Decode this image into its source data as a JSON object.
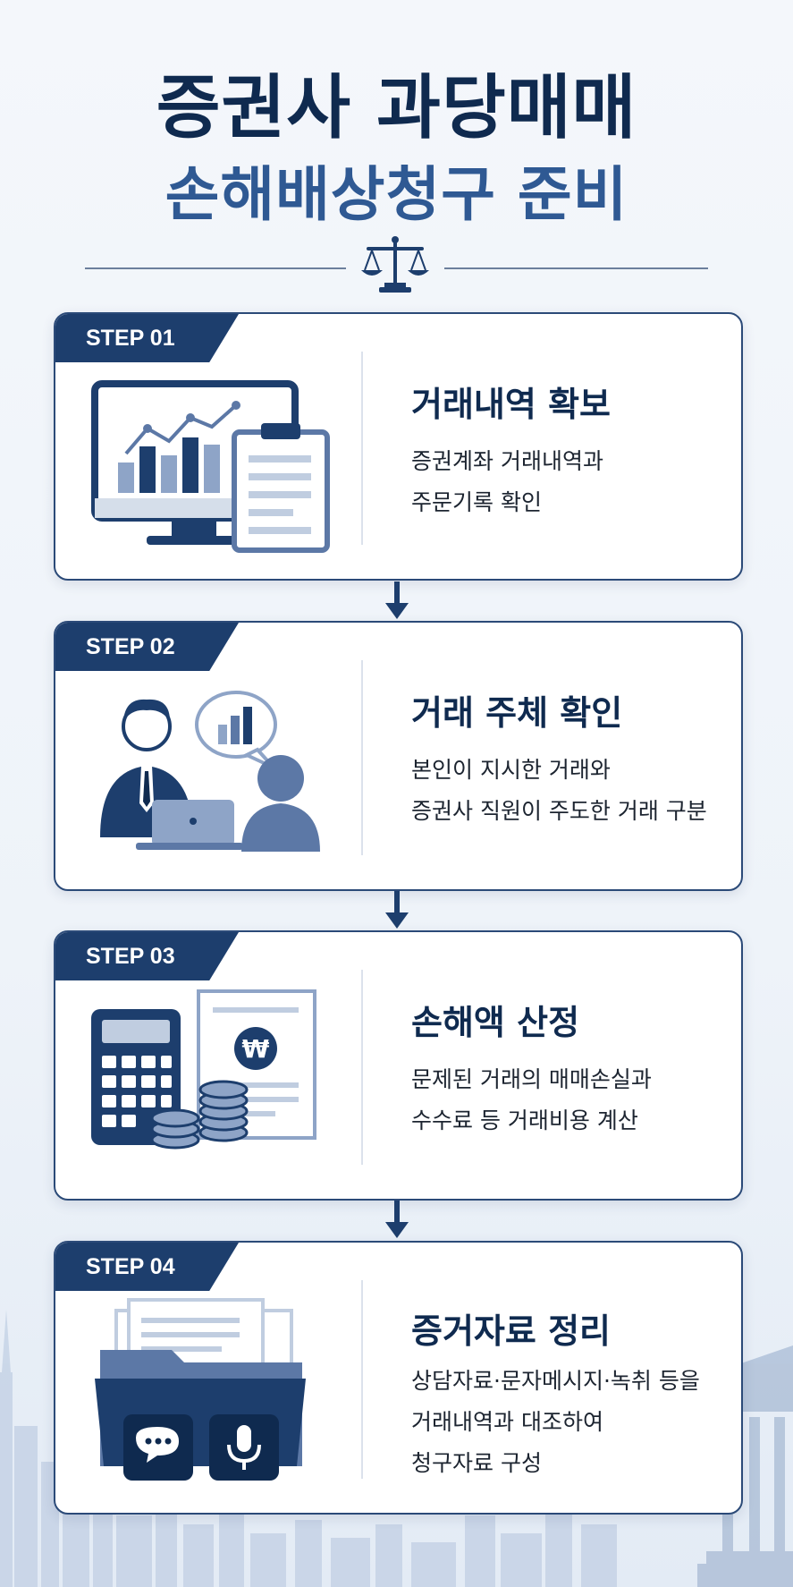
{
  "header": {
    "title_line1": "증권사 과당매매",
    "title_line2": "손해배상청구 준비",
    "icon": "scale-of-justice-icon"
  },
  "steps": [
    {
      "badge": "STEP 01",
      "title": "거래내역 확보",
      "desc": [
        "증권계좌 거래내역과",
        "주문기록 확인"
      ],
      "icon": "monitor-chart-clipboard-icon"
    },
    {
      "badge": "STEP 02",
      "title": "거래 주체 확인",
      "desc": [
        "본인이 지시한 거래와",
        "증권사 직원이 주도한 거래 구분"
      ],
      "icon": "people-consultation-icon"
    },
    {
      "badge": "STEP 03",
      "title": "손해액 산정",
      "desc": [
        "문제된 거래의 매매손실과",
        "수수료 등 거래비용 계산"
      ],
      "icon": "calculator-coins-won-icon"
    },
    {
      "badge": "STEP 04",
      "title": "증거자료 정리",
      "desc": [
        "상담자료·문자메시지·녹취 등을",
        "거래내역과 대조하여",
        "청구자료 구성"
      ],
      "icon": "folder-chat-mic-icon"
    }
  ],
  "colors": {
    "navy": "#0f2a4f",
    "accent_blue": "#2f5993",
    "badge_bg": "#1d3e6d",
    "illustration_blue": "#5c78a6"
  }
}
